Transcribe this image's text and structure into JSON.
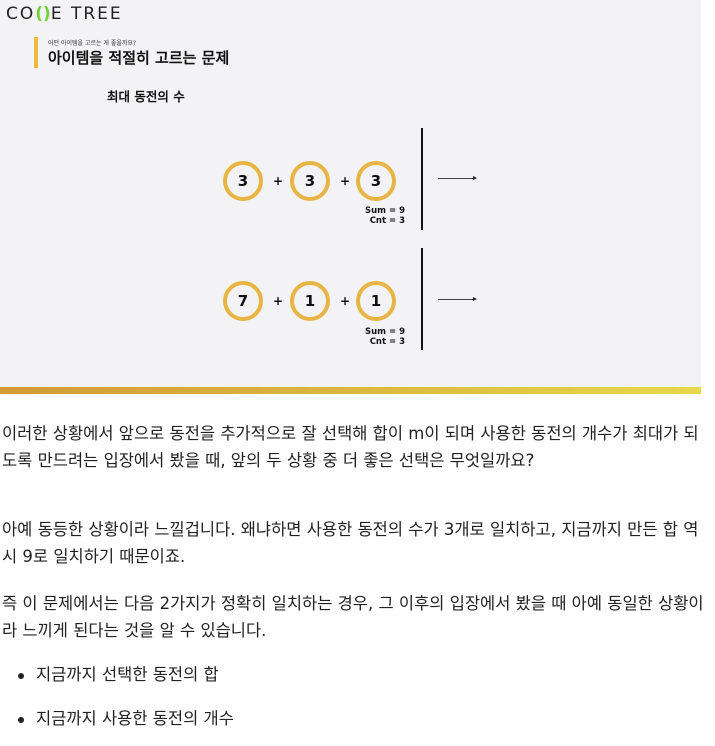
{
  "header": {
    "logo": {
      "prefix": "CO",
      "brace": "()",
      "suffix": "E TREE"
    },
    "subtitle": "어떤 아이템을 고르는 게 좋을까요?",
    "title": "아이템을 적절히 고르는 문제"
  },
  "diagram": {
    "heading": "최대 동전의 수",
    "rows": [
      {
        "coins": [
          "3",
          "3",
          "3"
        ],
        "plus": "+",
        "sum": "Sum = 9",
        "cnt": "Cnt = 3"
      },
      {
        "coins": [
          "7",
          "1",
          "1"
        ],
        "plus": "+",
        "sum": "Sum = 9",
        "cnt": "Cnt = 3"
      }
    ],
    "colors": {
      "coin_ring": "#e8b443",
      "accent": "#f0b93a",
      "logo_brace": "#6fd13b",
      "panel_bg": "#f3f3f5"
    }
  },
  "body": {
    "paragraphs": [
      "이러한 상황에서 앞으로 동전을 추가적으로 잘 선택해 합이 m이 되며 사용한 동전의 개수가 최대가 되도록 만드려는 입장에서 봤을 때, 앞의 두 상황 중 더 좋은 선택은 무엇일까요?",
      "아예 동등한 상황이라 느낄겁니다. 왜냐하면 사용한 동전의 수가 3개로 일치하고, 지금까지 만든 합 역시 9로 일치하기 때문이죠.",
      "즉 이 문제에서는 다음 2가지가 정확히 일치하는 경우, 그 이후의 입장에서 봤을 때 아예 동일한 상황이라 느끼게 된다는 것을 알 수 있습니다."
    ],
    "list": [
      "지금까지 선택한 동전의 합",
      "지금까지 사용한 동전의 개수"
    ]
  }
}
